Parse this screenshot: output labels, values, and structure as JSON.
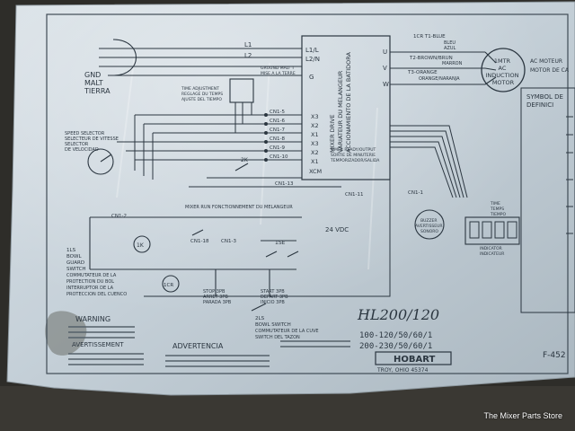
{
  "photo": {
    "credit": "The Mixer Parts Store",
    "colors": {
      "background": "#2d2c28",
      "paper": "#c9d3da",
      "ink": "#2b3640"
    }
  },
  "diagram": {
    "model": "HL200/120",
    "brand": "HOBART",
    "city": "TROY, OHIO 45374",
    "ratings": [
      "100-120/50/60/1",
      "200-230/50/60/1"
    ],
    "part_no": "F-452",
    "ground": [
      "GND",
      "MALT",
      "TIERRA"
    ],
    "ground_note": [
      "GROUND MALT T",
      "MISE A LA TERRE"
    ],
    "lines": [
      "L1",
      "L2",
      "L1/L",
      "L2/N",
      "G"
    ],
    "timer_adj": [
      "TIME ADJUSTMENT",
      "REGLAGE DU TEMPS",
      "AJUSTE DEL TIEMPO"
    ],
    "cn_labels": [
      "CN1-5",
      "CN1-6",
      "CN1-7",
      "CN1-8",
      "CN1-9",
      "CN1-10",
      "CN1-13",
      "CN1-11",
      "CN1-1",
      "CN1-18",
      "CN1-3",
      "CN1-2"
    ],
    "x_terminals": [
      "X3",
      "X2",
      "X1",
      "X3",
      "X2",
      "X1",
      "XCM"
    ],
    "board_label": [
      "MIXER DRIVE",
      "VARIATEUR DU MELANGEUR",
      "ACCIONAMIENTO DE LA BATIDORA"
    ],
    "board_sub": [
      "TIMER READY/OUTPUT",
      "SORTIE DE MINUTERIE",
      "TEMPORIZADOR/SALIDA"
    ],
    "motor_terms": [
      "U",
      "V",
      "W"
    ],
    "motor_wires": [
      "1CR  T1-BLUE",
      "BLEU",
      "AZUL",
      "T2-BROWN/BRUN",
      "MARRON",
      "T3-ORANGE",
      "ORANGE/NARANJA"
    ],
    "motor": [
      "1MTR",
      "AC",
      "INDUCTION",
      "MOTOR"
    ],
    "motor_ac": [
      "AC MOTEUR",
      "MOTOR DE CA"
    ],
    "symbols_title": [
      "SYMBOL DE",
      "DEFINICI"
    ],
    "speed_selector": [
      "SPEED SELECTOR",
      "SELECTEUR DE VITESSE",
      "SELECTOR",
      "DE VELOCIDAD"
    ],
    "mixer_run": "MIXER RUN FONCTIONNEMENT DU MELANGEUR",
    "vdc": "24 VDC",
    "buzzer": [
      "BUZZER",
      "AVERTISSEUR",
      "SONORO"
    ],
    "time_display": [
      "TIME",
      "TEMPS",
      "TIEMPO"
    ],
    "indicator": [
      "INDICATOR",
      "INDICATEUR",
      "INDICADOR"
    ],
    "contacts": [
      "1K",
      "2K",
      "1SE",
      "1CR"
    ],
    "bowl_guard": [
      "1LS",
      "BOWL",
      "GUARD",
      "SWITCH",
      "COMMUTATEUR DE LA",
      "PROTECTION DU BOL",
      "INTERRUPTOR DE LA",
      "PROTECCION DEL CUENCO"
    ],
    "stop": [
      "STOP 3PB",
      "ARRET 3PB",
      "PARADA 3PB"
    ],
    "start": [
      "START 3PB",
      "DEPART 3PB",
      "INICIO 3PB"
    ],
    "bowl_switch": [
      "2LS",
      "BOWL SWITCH",
      "COMMUTATEUR DE LA CUVE",
      "SWITCH DEL TAZON"
    ],
    "warnings": [
      "WARNING",
      "AVERTISSEMENT",
      "ADVERTENCIA"
    ]
  }
}
